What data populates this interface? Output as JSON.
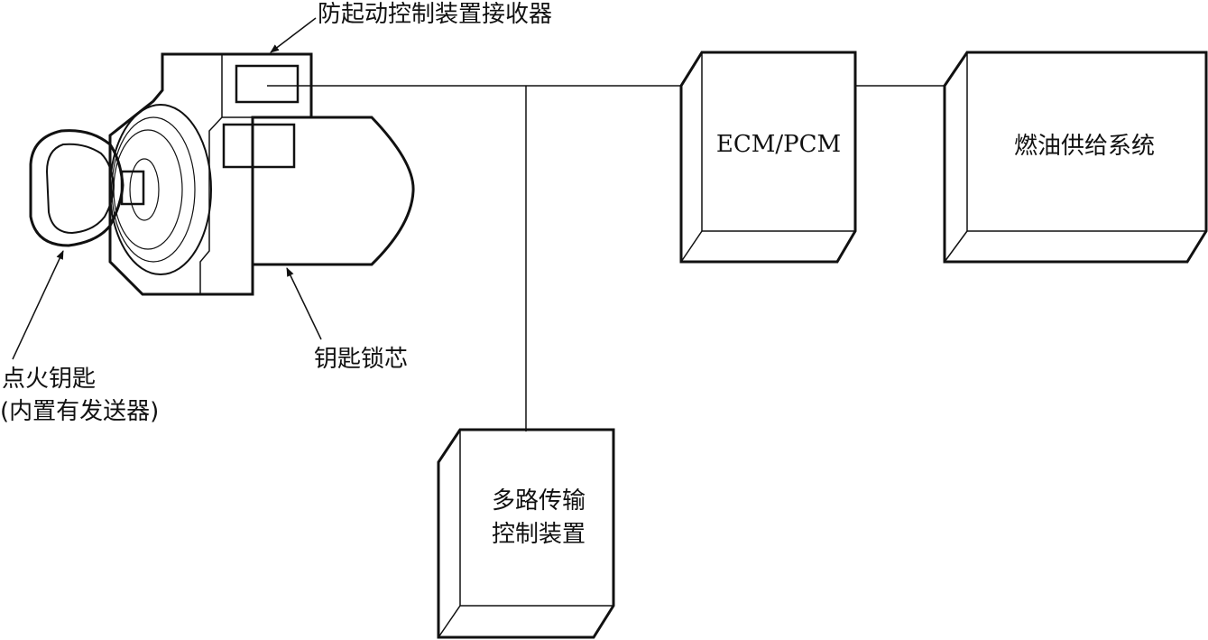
{
  "labels": {
    "receiver": "防起动控制装置接收器",
    "key_line1": "点火钥匙",
    "key_line2": "(内置有发送器)",
    "lock_cylinder": "钥匙锁芯",
    "ecm_pcm": "ECM/PCM",
    "fuel_system": "燃油供给系统",
    "mux_line1": "多路传输",
    "mux_line2": "控制装置"
  }
}
